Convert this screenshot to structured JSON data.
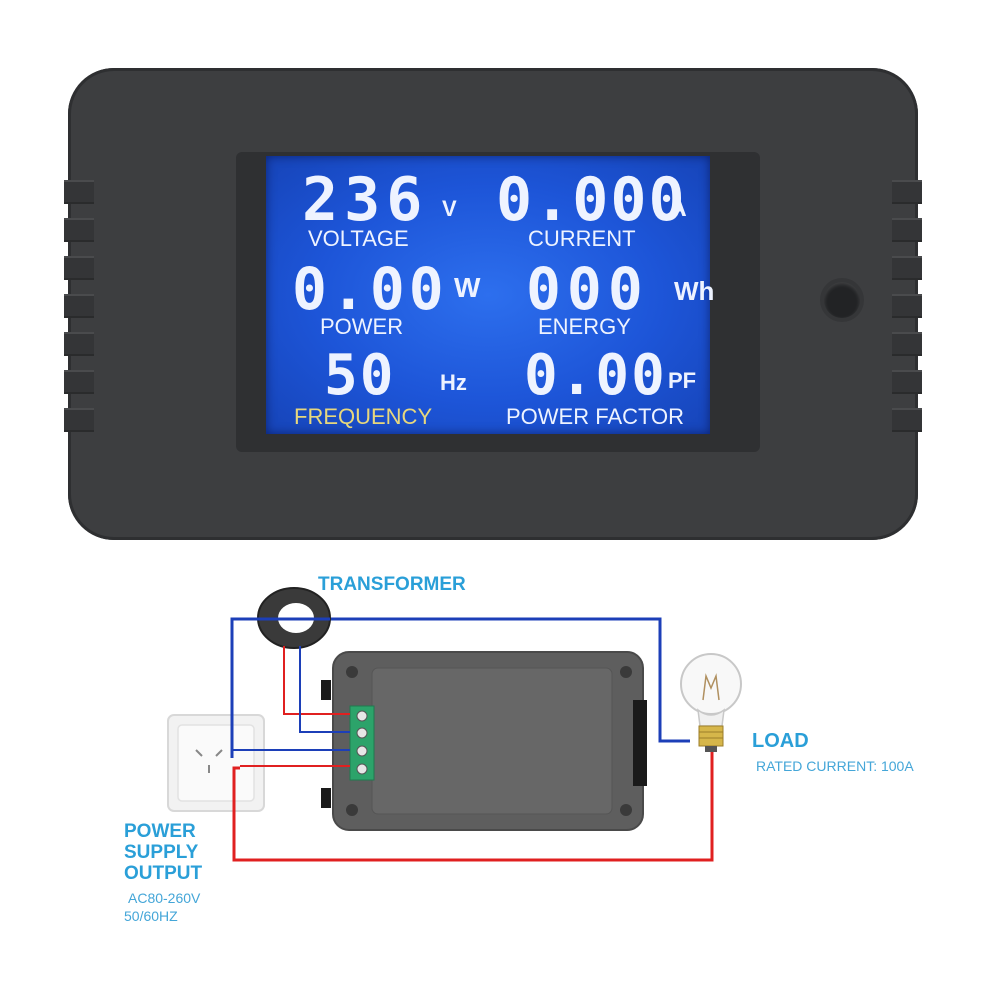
{
  "meter": {
    "voltage": {
      "value": "236",
      "unit": "V",
      "label": "VOLTAGE"
    },
    "current": {
      "value": "0.000",
      "unit": "A",
      "label": "CURRENT"
    },
    "power": {
      "value": "0.00",
      "unit": "W",
      "label": "POWER"
    },
    "energy": {
      "value": "000",
      "unit": "Wh",
      "label": "ENERGY"
    },
    "frequency": {
      "value": "50",
      "unit": "Hz",
      "label": "FREQUENCY"
    },
    "power_factor": {
      "value": "0.00",
      "unit": "PF",
      "label": "POWER FACTOR"
    }
  },
  "diagram": {
    "transformer_label": "TRANSFORMER",
    "load_label": "LOAD",
    "load_spec": "RATED CURRENT:  100A",
    "supply_label_1": "POWER",
    "supply_label_2": "SUPPLY",
    "supply_label_3": "OUTPUT",
    "supply_spec_1": "AC80-260V",
    "supply_spec_2": "50/60HZ"
  },
  "colors": {
    "wire_live": "#e02020",
    "wire_neutral": "#1c3fb8",
    "label_accent": "#2a9fd8",
    "lcd_blue": "#1d55d8"
  }
}
